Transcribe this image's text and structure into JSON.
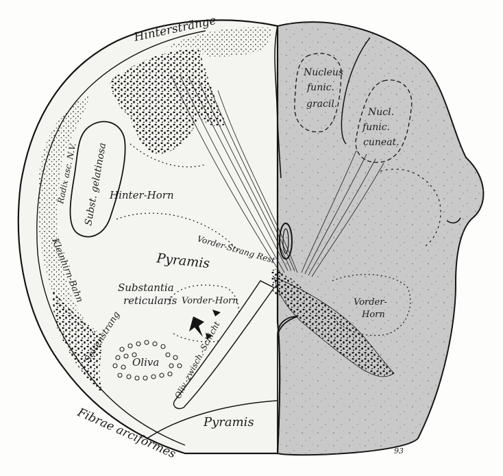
{
  "figure": {
    "labels": {
      "hinterstraenge": "Hinterstränge",
      "nucleus_funic_gracil_1": "Nucleus",
      "nucleus_funic_gracil_2": "funic.",
      "nucleus_funic_gracil_3": "gracil.",
      "nucl_funic_cuneat_1": "Nucl.",
      "nucl_funic_cuneat_2": "funic.",
      "nucl_funic_cuneat_3": "cuneat.",
      "radix_asc": "Radix asc. N.V.",
      "subst_gelatinosa": "Subst. gelatinosa",
      "hinter_horn": "Hinter-Horn",
      "pyramis_upper": "Pyramis",
      "vorder_strang_rest": "Vorder-Strang Rest",
      "kleinhirn_bahn": "Kleinhirn-Bahn",
      "substantia": "Substantia",
      "reticularis": "reticularis",
      "vorder_horn_left": "Vorder-Horn",
      "vorder_horn_right_1": "Vorder-",
      "vorder_horn_right_2": "Horn",
      "seitenstrang": "Seitenstrang",
      "oliva": "Oliva",
      "oliv_zwisch_schicht": "Oliv.-zwisch.-Schicht",
      "pyramis_lower": "Pyramis",
      "fibrae_arciformes": "Fibrae arciformes",
      "corner_mark": "93"
    },
    "colors": {
      "background": "#fdfdfb",
      "shaded_half": "#c9c9c9",
      "shaded_dark": "#bcbcbc",
      "ink": "#141414"
    }
  }
}
